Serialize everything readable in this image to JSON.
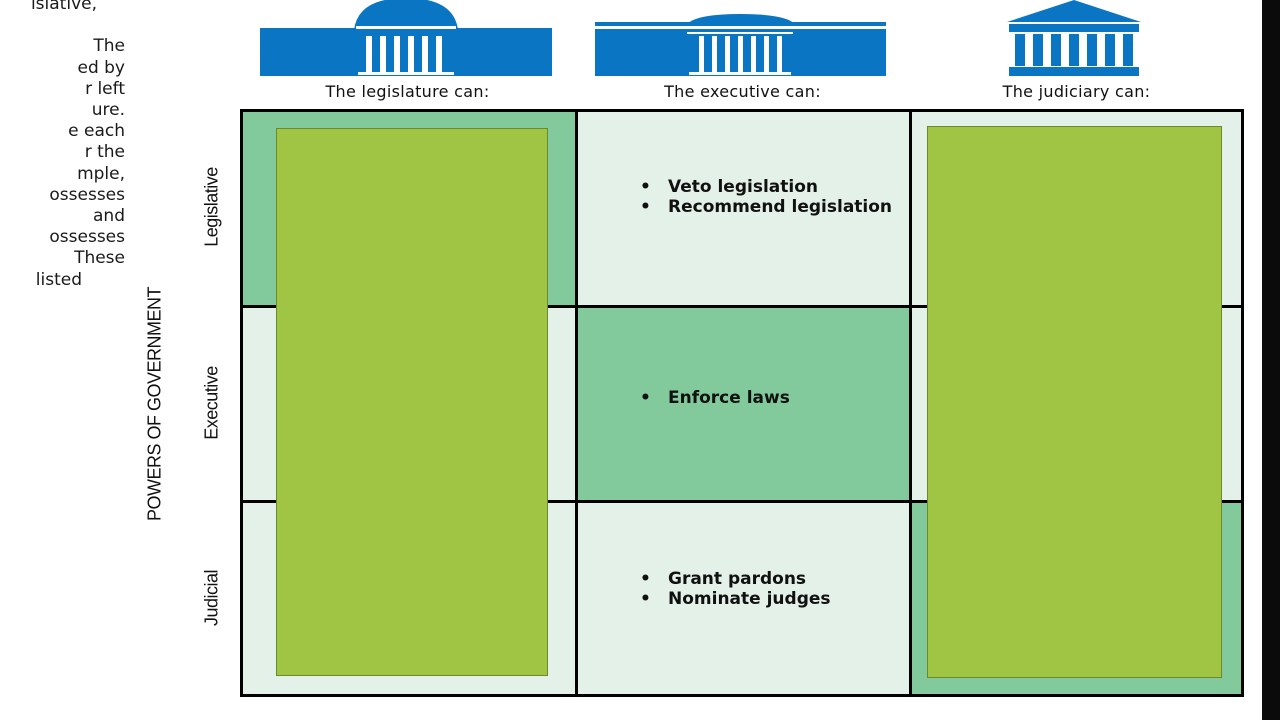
{
  "left_text": {
    "lines": [
      "islative,",
      "",
      "The",
      "ed by",
      "r left",
      "ure.",
      "e each",
      "r the",
      "mple,",
      "ossesses",
      "and",
      "ossesses",
      "These",
      "listed"
    ]
  },
  "headers": {
    "legislature": "The legislature can:",
    "executive": "The executive can:",
    "judiciary": "The judiciary can:"
  },
  "side_label": "POWERS OF GOVERNMENT",
  "row_labels": {
    "legislative": "Legislative",
    "executive": "Executive",
    "judicial": "Judicial"
  },
  "executive_powers": {
    "legislative": [
      "Veto legislation",
      "Recommend legislation"
    ],
    "executive": [
      "Enforce laws"
    ],
    "judicial": [
      "Grant pardons",
      "Nominate judges"
    ]
  },
  "colors": {
    "building_blue": "#0a75c2",
    "cell_light": "#e4f1e8",
    "cell_highlight": "#82c99c",
    "overlay_green": "#a0c544",
    "grid_line": "#000000"
  },
  "icons": [
    "capitol-dome-icon",
    "white-house-icon",
    "supreme-court-icon"
  ]
}
